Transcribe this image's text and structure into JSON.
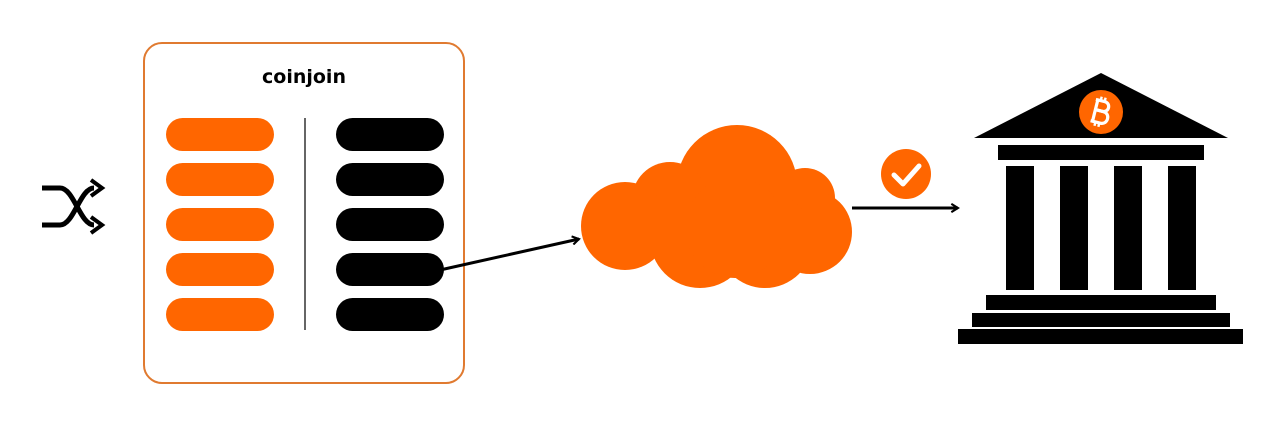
{
  "coinjoin": {
    "title": "coinjoin",
    "input_count": 5,
    "output_count": 5,
    "linked_output_index": 3
  },
  "colors": {
    "accent": "#ff6600",
    "frame_border": "#e07a30",
    "output": "#000000",
    "arrow": "#000000",
    "building": "#000000",
    "background": "#ffffff"
  },
  "icons": {
    "mix": "shuffle-icon",
    "network": "cloud-icon",
    "confirmed": "checkmark-icon",
    "destination": "bank-icon",
    "currency": "bitcoin-icon"
  }
}
